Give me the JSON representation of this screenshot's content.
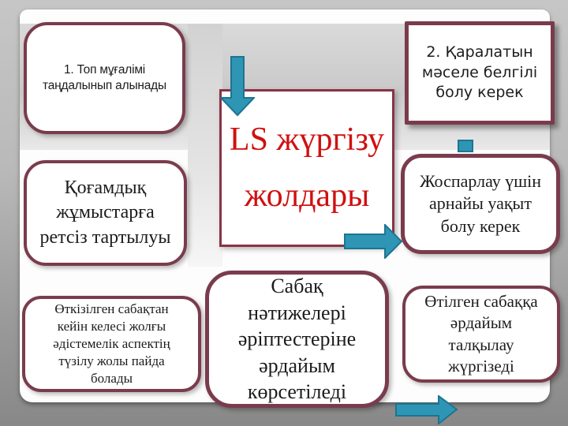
{
  "slide": {
    "title": "LS жүргізу жолдары",
    "steps": {
      "step1": "1. Топ мұғалімі таңдалынып алынады",
      "step2": "2. Қаралатын мәселе белгілі болу керек",
      "community": "Қоғамдық жұмыстарға ретсіз тартылуы",
      "planning": "Жоспарлау үшін арнайы уақыт болу керек",
      "after_lesson": "Өткізілген сабақтан кейін келесі жолғы әдістемелік аспектің түзілу жолы пайда болады",
      "results": "Сабақ нәтижелері әріптестеріне әрдайым көрсетіледі",
      "discussion": "Өтілген сабаққа әрдайым талқылау жүргізеді"
    },
    "icons": {
      "down_arrow": "down-arrow",
      "mid_right_arrow": "right-arrow",
      "bottom_right_arrow": "right-arrow",
      "connector": "square-connector"
    },
    "colors": {
      "box_border_maroon": "#7a3c4d",
      "center_border_maroon": "#8a3347",
      "title_red": "#d01010",
      "arrow_teal_fill": "#2e96b4",
      "arrow_teal_stroke": "#1d7491",
      "page_white": "#fdfdfd",
      "background_gray": "#9a9a9a"
    }
  }
}
